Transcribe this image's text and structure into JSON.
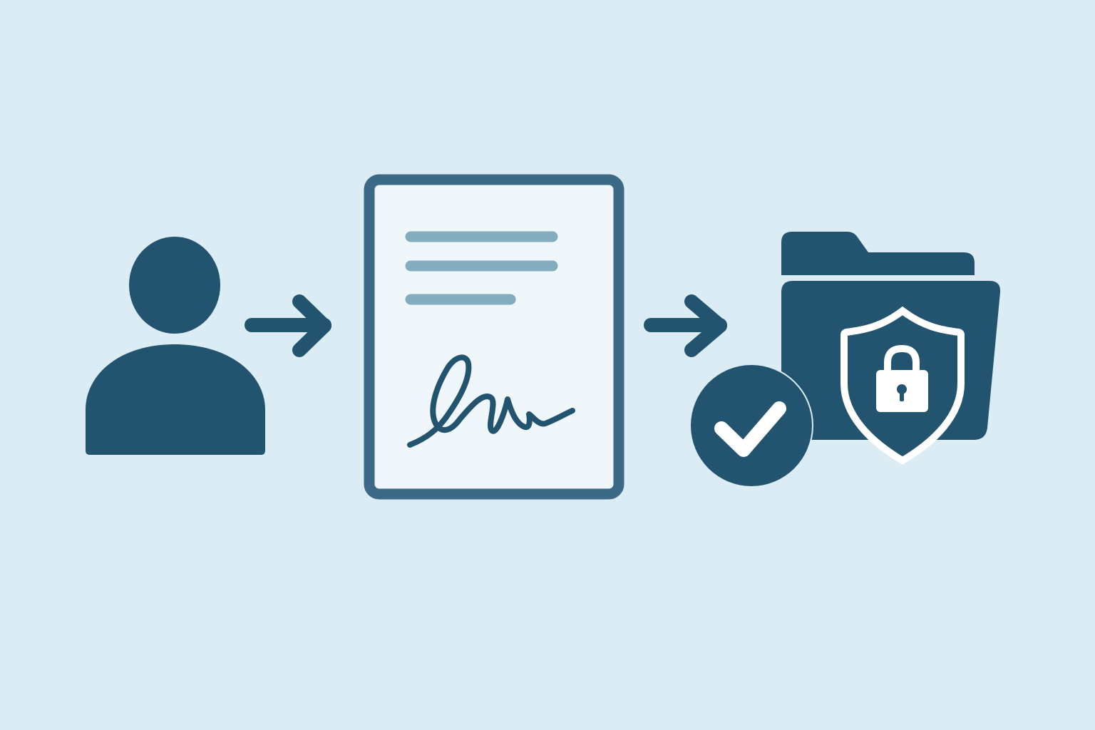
{
  "colors": {
    "background": "#dcecf4",
    "primary": "#22546f",
    "document_border": "#3c6a86",
    "document_fill": "#f0f7fa",
    "document_lines": "#84acbf",
    "white": "#ffffff"
  },
  "steps": [
    {
      "id": "signer",
      "icon": "person-icon"
    },
    {
      "id": "document",
      "icon": "signed-document-icon"
    },
    {
      "id": "secure-storage",
      "icon": "secure-folder-icon",
      "badges": [
        "checkmark-badge-icon",
        "shield-lock-icon"
      ]
    }
  ],
  "connectors": [
    {
      "from": "signer",
      "to": "document",
      "icon": "arrow-right-icon"
    },
    {
      "from": "document",
      "to": "secure-storage",
      "icon": "arrow-right-icon"
    }
  ]
}
